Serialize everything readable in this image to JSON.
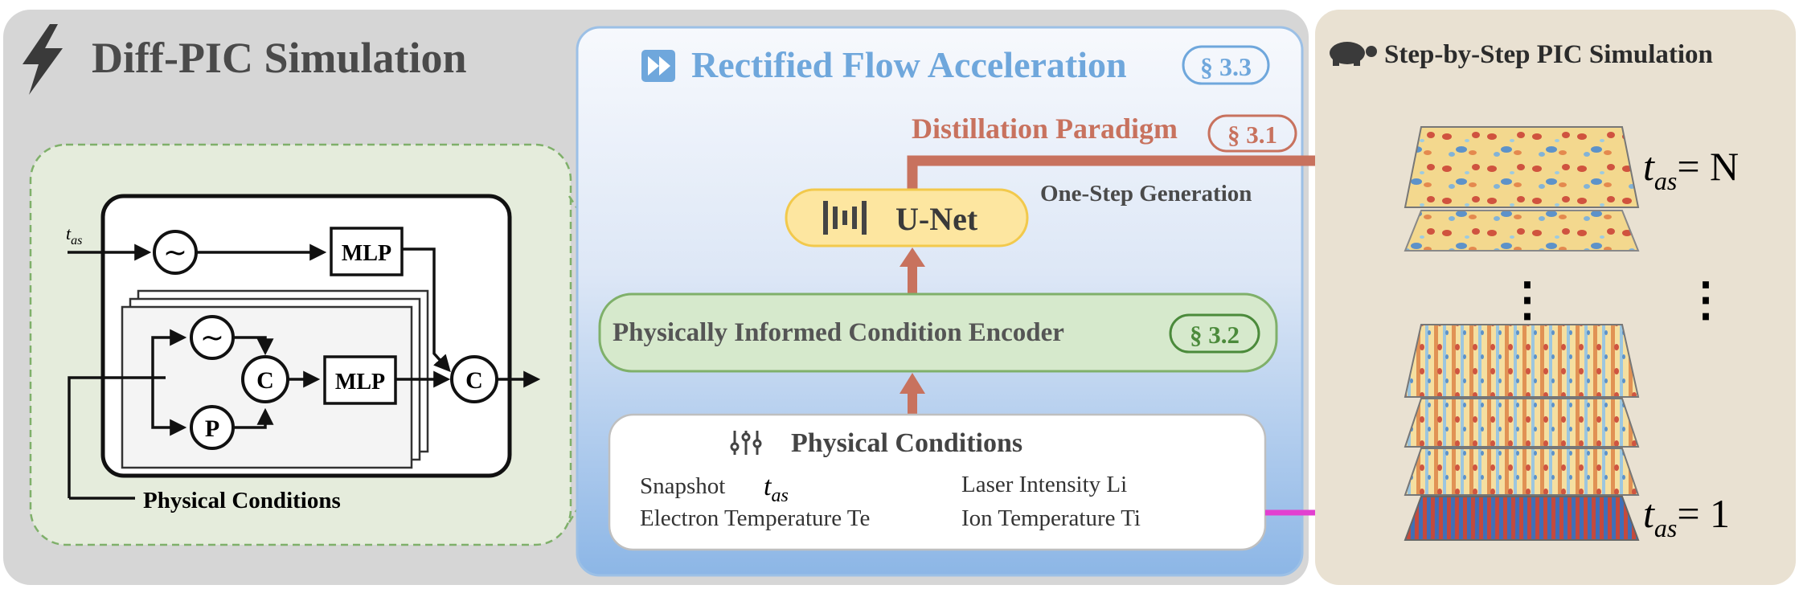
{
  "main_panel": {
    "title": "Diff-PIC Simulation"
  },
  "rectified": {
    "title": "Rectified Flow Acceleration",
    "section": "§ 3.3"
  },
  "distillation": {
    "label": "Distillation Paradigm",
    "section": "§ 3.1"
  },
  "one_step": {
    "label": "One-Step Generation"
  },
  "unet": {
    "label": "U-Net"
  },
  "encoder": {
    "label": "Physically Informed Condition Encoder",
    "section": "§ 3.2"
  },
  "conditions_box": {
    "title": "Physical Conditions",
    "snapshot_label": "Snapshot",
    "laser_label": "Laser Intensity Li",
    "electron_label": "Electron Temperature Te",
    "ion_label": "Ion Temperature  Ti"
  },
  "detail": {
    "t_symbol": "t",
    "t_sub": "as",
    "tilde": "~",
    "mlp": "MLP",
    "concat": "C",
    "position": "P",
    "conditions_label": "Physical Conditions"
  },
  "step_panel": {
    "title": "Step-by-Step PIC Simulation",
    "top_eq": "= N",
    "bottom_eq": "= 1",
    "ellipsis": "⋮"
  },
  "colors": {
    "main_bg": "#d6d6d6",
    "step_bg": "#e9e1d2",
    "encoder_fill": "#d6e9cc",
    "unet_fill": "#fde6a0",
    "distill": "#c8725e",
    "title_blue": "#6fa7dc",
    "magenta": "#e23fd0"
  }
}
